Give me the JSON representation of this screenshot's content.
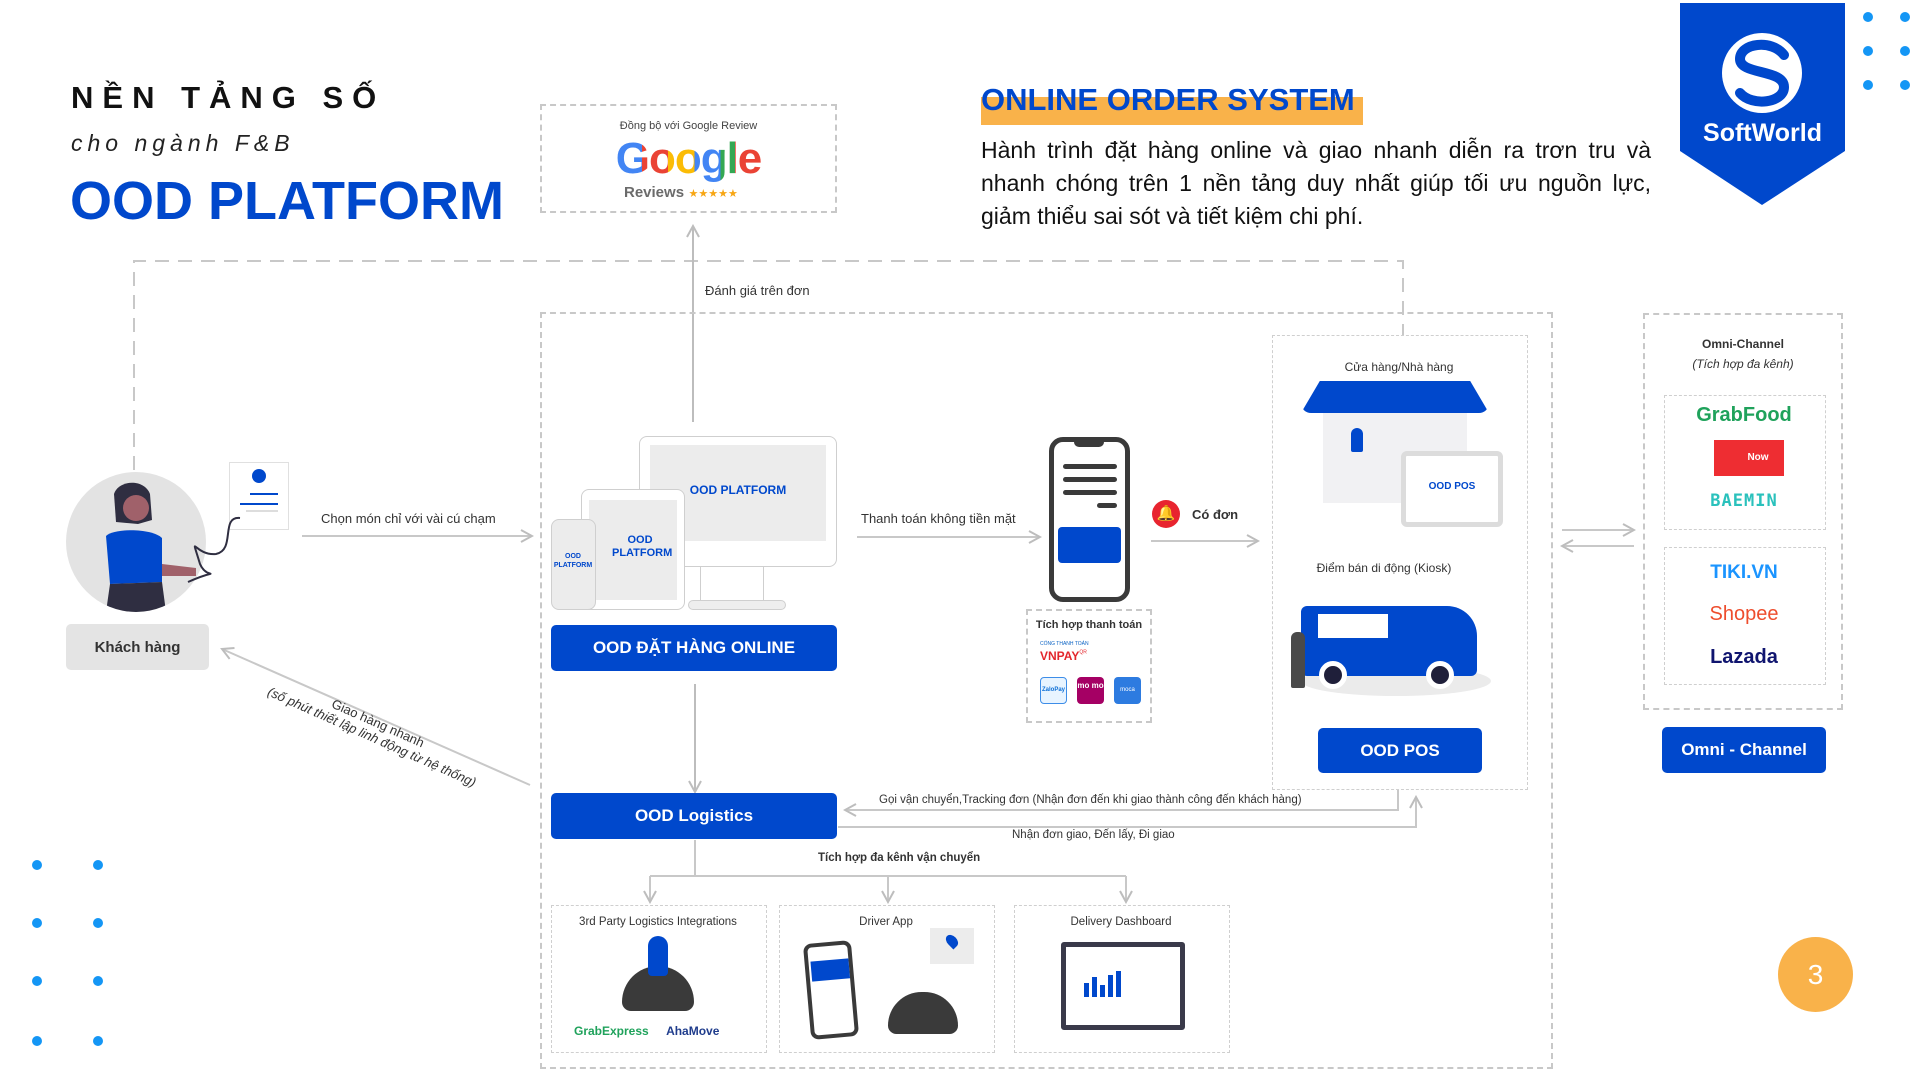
{
  "header": {
    "kicker": "NỀN TẢNG SỐ",
    "subtitle": "cho ngành F&B",
    "title": "OOD PLATFORM"
  },
  "intro": {
    "heading": "ONLINE ORDER SYSTEM",
    "body": "Hành trình đặt hàng online và giao nhanh diễn ra trơn tru và nhanh chóng trên 1 nền tảng duy nhất giúp tối ưu nguồn lực, giảm thiểu sai sót và tiết kiệm chi phí."
  },
  "logo": {
    "text": "SoftWorld",
    "brand_color": "#0048cc"
  },
  "google_review": {
    "caption": "Đồng bộ với Google Review",
    "logo_word": "Google",
    "logo_sub": "Reviews",
    "stars": "★★★★★"
  },
  "customer": {
    "label": "Khách hàng"
  },
  "edges": {
    "review": "Đánh giá trên đơn",
    "choose": "Chọn món chỉ với vài cú chạm",
    "cashless": "Thanh toán không tiền mặt",
    "has_order": "Có đơn",
    "delivery_line1": "Giao hàng nhanh",
    "delivery_line2": "(số phút thiết lập linh động từ hệ thống)",
    "call_shipping": "Gọi vận chuyển,Tracking đơn (Nhận đơn đến khi giao thành công đến khách hàng)",
    "pickup": "Nhận đơn giao, Đến lấy, Đi giao",
    "multi_shipping": "Tích hợp đa kênh vận chuyển"
  },
  "online_order": {
    "screen_desktop": "OOD PLATFORM",
    "screen_tablet": "OOD PLATFORM",
    "screen_phone": "OOD PLATFORM",
    "button": "OOD ĐẶT HÀNG ONLINE"
  },
  "payment": {
    "title": "Tích hợp thanh toán",
    "vnpay_top": "CỔNG THANH TOÁN",
    "vnpay": "VNPAY",
    "vnpay_sup": "QR",
    "zalopay": "ZaloPay",
    "momo": "mo mo",
    "moca": "moca"
  },
  "pos": {
    "store_label": "Cửa hàng/Nhà hàng",
    "tablet_label": "OOD POS",
    "kiosk_label": "Điểm bán di động (Kiosk)",
    "button": "OOD POS"
  },
  "omni": {
    "title": "Omni-Channel",
    "subtitle": "(Tích hợp đa kênh)",
    "food_apps": [
      "GrabFood",
      "Now",
      "BAEMIN"
    ],
    "ecommerce": [
      "TIKI.VN",
      "Shopee",
      "Lazada"
    ],
    "button": "Omni - Channel"
  },
  "logistics": {
    "button": "OOD Logistics",
    "cards": [
      {
        "title": "3rd Party Logistics Integrations",
        "brands": [
          "GrabExpress",
          "AhaMove"
        ]
      },
      {
        "title": "Driver App"
      },
      {
        "title": "Delivery Dashboard"
      }
    ]
  },
  "page_number": "3",
  "colors": {
    "brand_blue": "#0048cc",
    "accent_orange": "#f9b24a",
    "dot_blue": "#1496f5",
    "alert_red": "#e8242f",
    "dash_gray": "#c8c8c8"
  }
}
